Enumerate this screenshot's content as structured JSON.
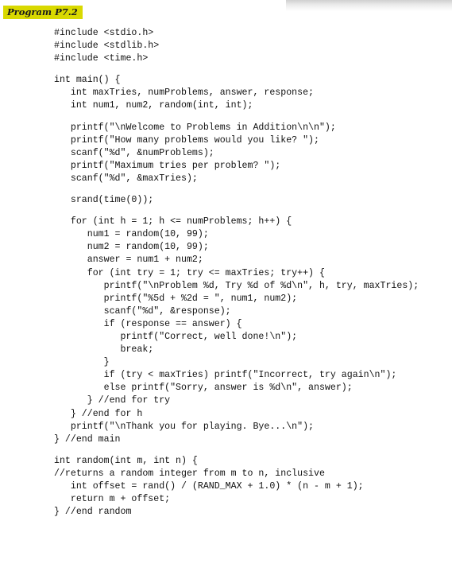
{
  "label": "Program P7.2",
  "code_lines": [
    "#include <stdio.h>",
    "#include <stdlib.h>",
    "#include <time.h>",
    "",
    "int main() {",
    "   int maxTries, numProblems, answer, response;",
    "   int num1, num2, random(int, int);",
    "",
    "   printf(\"\\nWelcome to Problems in Addition\\n\\n\");",
    "   printf(\"How many problems would you like? \");",
    "   scanf(\"%d\", &numProblems);",
    "   printf(\"Maximum tries per problem? \");",
    "   scanf(\"%d\", &maxTries);",
    "",
    "   srand(time(0));",
    "",
    "   for (int h = 1; h <= numProblems; h++) {",
    "      num1 = random(10, 99);",
    "      num2 = random(10, 99);",
    "      answer = num1 + num2;",
    "      for (int try = 1; try <= maxTries; try++) {",
    "         printf(\"\\nProblem %d, Try %d of %d\\n\", h, try, maxTries);",
    "         printf(\"%5d + %2d = \", num1, num2);",
    "         scanf(\"%d\", &response);",
    "         if (response == answer) {",
    "            printf(\"Correct, well done!\\n\");",
    "            break;",
    "         }",
    "         if (try < maxTries) printf(\"Incorrect, try again\\n\");",
    "         else printf(\"Sorry, answer is %d\\n\", answer);",
    "      } //end for try",
    "   } //end for h",
    "   printf(\"\\nThank you for playing. Bye...\\n\");",
    "} //end main",
    "",
    "int random(int m, int n) {",
    "//returns a random integer from m to n, inclusive",
    "   int offset = rand() / (RAND_MAX + 1.0) * (n - m + 1);",
    "   return m + offset;",
    "} //end random"
  ]
}
